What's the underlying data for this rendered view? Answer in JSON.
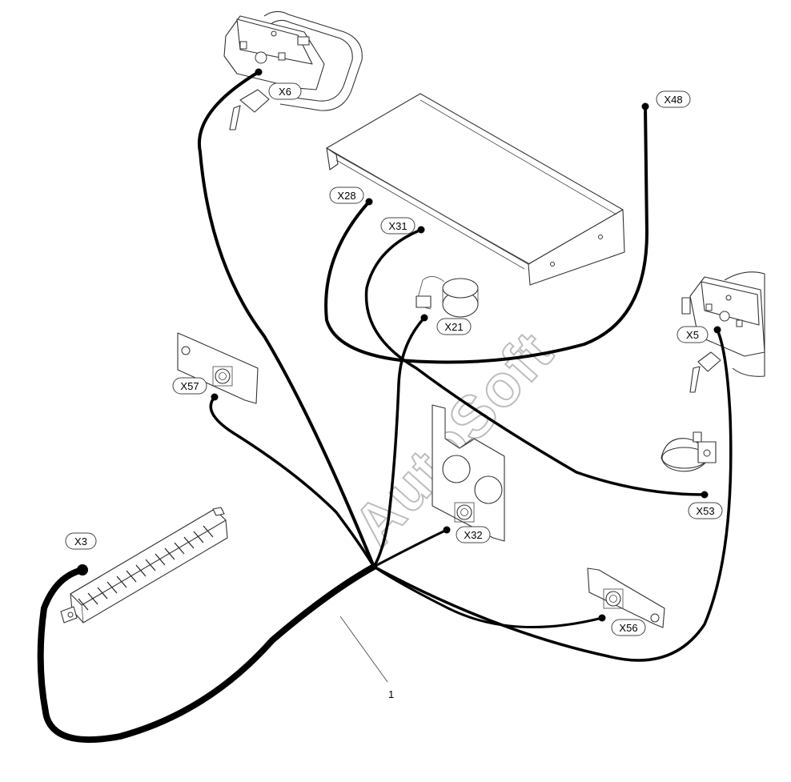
{
  "watermark": "AutoSoft",
  "callout": "1",
  "connectors": [
    {
      "id": "x6",
      "label": "X6"
    },
    {
      "id": "x48",
      "label": "X48"
    },
    {
      "id": "x28",
      "label": "X28"
    },
    {
      "id": "x31",
      "label": "X31"
    },
    {
      "id": "x21",
      "label": "X21"
    },
    {
      "id": "x5",
      "label": "X5"
    },
    {
      "id": "x57",
      "label": "X57"
    },
    {
      "id": "x53",
      "label": "X53"
    },
    {
      "id": "x32",
      "label": "X32"
    },
    {
      "id": "x3",
      "label": "X3"
    },
    {
      "id": "x56",
      "label": "X56"
    }
  ]
}
